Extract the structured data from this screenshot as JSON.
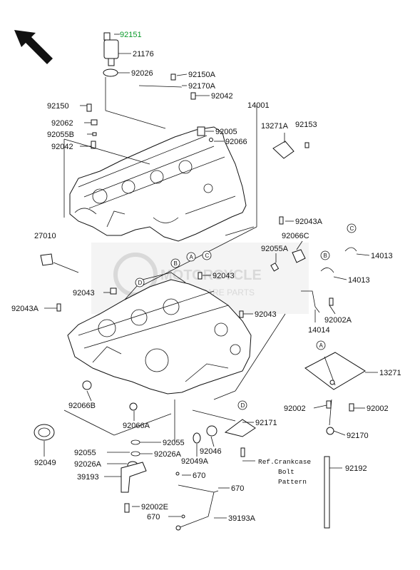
{
  "labels": {
    "l92151": "92151",
    "l21176": "21176",
    "l92026": "92026",
    "l92150A": "92150A",
    "l92170A": "92170A",
    "l92042top": "92042",
    "l14001": "14001",
    "l92150": "92150",
    "l92062": "92062",
    "l92055B": "92055B",
    "l92042": "92042",
    "l92005": "92005",
    "l92066": "92066",
    "l13271A": "13271A",
    "l92153": "92153",
    "l92043A_r": "92043A",
    "l27010": "27010",
    "l92066C": "92066C",
    "l92055A": "92055A",
    "l14013a": "14013",
    "l14013b": "14013",
    "l92043_mid": "92043",
    "l92043_left": "92043",
    "l92043A_left": "92043A",
    "l92043_r2": "92043",
    "l92002A": "92002A",
    "l14014": "14014",
    "l13271": "13271",
    "l92066B": "92066B",
    "l92066A": "92066A",
    "l92002a": "92002",
    "l92002b": "92002",
    "l92171": "92171",
    "l92170": "92170",
    "l92049": "92049",
    "l92055": "92055",
    "l92055b2": "92055",
    "l92026A": "92026A",
    "l92026A_b": "92026A",
    "l92046": "92046",
    "l92049A": "92049A",
    "l39193": "39193",
    "l670a": "670",
    "l670b": "670",
    "l670c": "670",
    "l92002E": "92002E",
    "l39193A": "39193A",
    "l92192": "92192"
  },
  "callouts": {
    "A": "A",
    "B": "B",
    "C": "C",
    "D": "D"
  },
  "reference_note": {
    "line1": "Ref.Crankcase",
    "line2": "Bolt",
    "line3": "Pattern"
  },
  "watermark": {
    "line1": "MOTORCYCLE",
    "line2": "SPARE PARTS"
  },
  "colors": {
    "ink": "#111111",
    "highlight_label": "#0a9a2a",
    "watermark": "#d9d9d9"
  }
}
